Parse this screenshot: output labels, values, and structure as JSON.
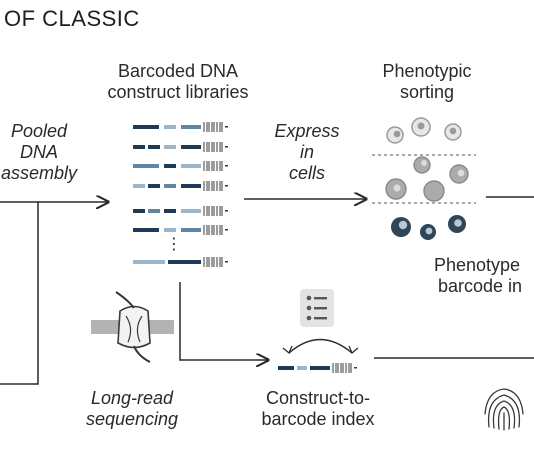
{
  "header": {
    "title": "OF CLASSIC"
  },
  "labels": {
    "pooled_dna_assembly": [
      "Pooled",
      "DNA",
      "assembly"
    ],
    "barcoded_libraries": [
      "Barcoded DNA",
      "construct libraries"
    ],
    "express_in_cells": [
      "Express",
      "in",
      "cells"
    ],
    "phenotypic_sorting": [
      "Phenotypic",
      "sorting"
    ],
    "phenotype_barcode": [
      "Phenotype",
      "barcode in"
    ],
    "long_read_sequencing": [
      "Long-read",
      "sequencing"
    ],
    "construct_barcode_index": [
      "Construct-to-",
      "barcode index"
    ]
  },
  "library": {
    "ellipsis": "⋮"
  },
  "icons": {
    "sequencer": "nanopore-sequencer-icon",
    "index_list": "checklist-icon",
    "fingerprint": "fingerprint-icon"
  },
  "colors": {
    "dark_navy": "#1e3a56",
    "mid_blue": "#5f87a1",
    "light_blue": "#9bb6c8",
    "grey_cell": "#a6a6a6",
    "arrow": "#2a2a2a"
  }
}
